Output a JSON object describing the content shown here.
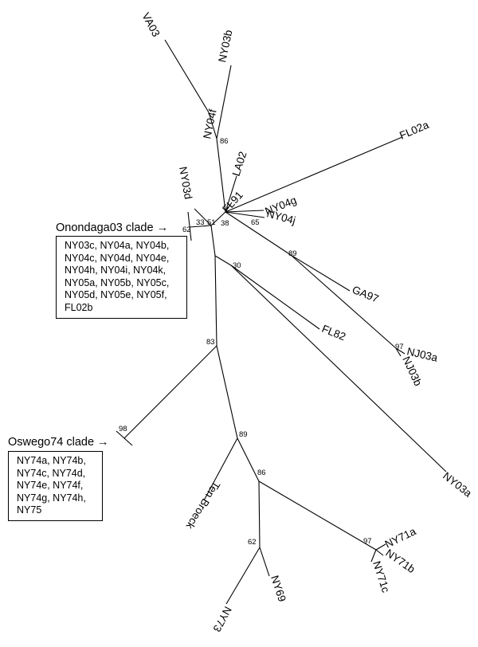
{
  "tips": {
    "VA03": "VA03",
    "NY03b": "NY03b",
    "NY04f": "NY04f",
    "FL02a": "FL02a",
    "NY03d": "NY03d",
    "LA02": "LA02",
    "FL91": "FL91",
    "NY04g": "NY04g",
    "NY04j": "NY04j",
    "GA97": "GA97",
    "FL82": "FL82",
    "NJ03a": "NJ03a",
    "NJ03b": "NJ03b",
    "NY03a": "NY03a",
    "TenBroeck": "Ten Broeck",
    "NY71a": "NY71a",
    "NY71b": "NY71b",
    "NY71c": "NY71c",
    "NY69": "NY69",
    "NY73": "NY73"
  },
  "bootstrap": {
    "b86": "86",
    "b62": "62",
    "b33": "33",
    "b51": "51",
    "b38": "38",
    "b65": "65",
    "b89top": "89",
    "b30": "30",
    "b97top": "97",
    "b83": "83",
    "b98": "98",
    "b89low": "89",
    "b86low": "86",
    "b62low": "62",
    "b97low": "97"
  },
  "clades": {
    "onondaga": {
      "title": "Onondaga03 clade",
      "arrow": "→",
      "members": [
        "NY03c, NY04a, NY04b,",
        "NY04c, NY04d, NY04e,",
        "NY04h, NY04i, NY04k,",
        "NY05a, NY05b, NY05c,",
        "NY05d, NY05e, NY05f,",
        "FL02b"
      ]
    },
    "oswego": {
      "title": "Oswego74 clade",
      "arrow": "→",
      "members": [
        "NY74a, NY74b,",
        "NY74c, NY74d,",
        "NY74e, NY74f,",
        "NY74g, NY74h,",
        "NY75"
      ]
    }
  }
}
